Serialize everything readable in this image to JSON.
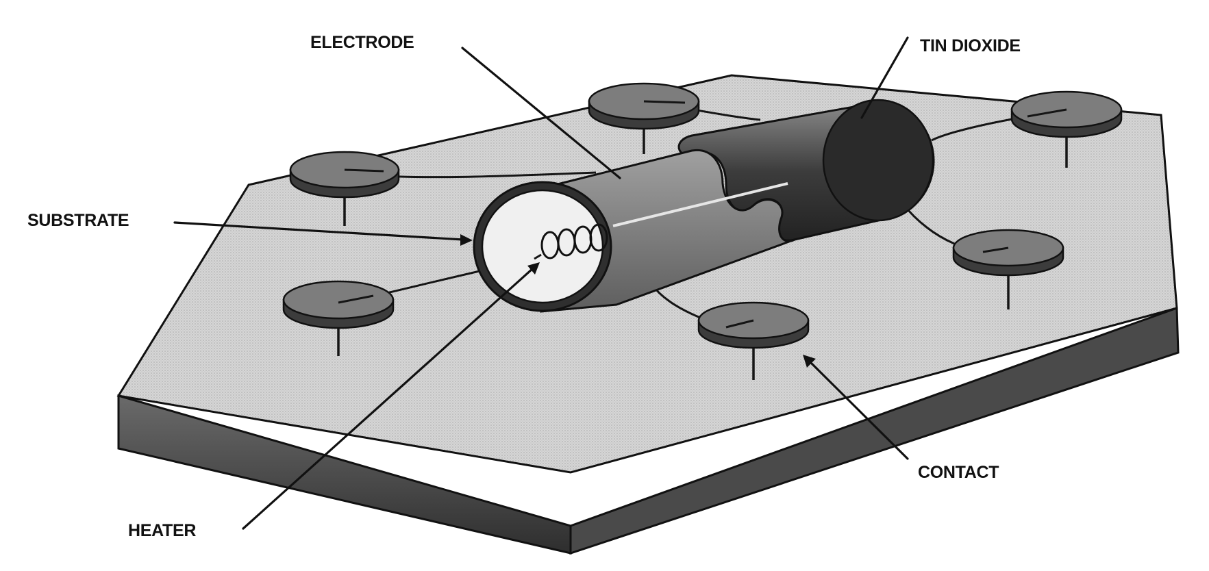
{
  "labels": {
    "electrode": "ELECTRODE",
    "tin_dioxide": "TIN DIOXIDE",
    "substrate": "SUBSTRATE",
    "heater": "HEATER",
    "contact": "CONTACT"
  },
  "colors": {
    "base_top": "#d2d2d2",
    "base_front": "#5a5a5a",
    "contact_pad": "#7d7d7d",
    "tin_dioxide": "#4a4a4a",
    "electrode": "#8a8a8a"
  }
}
